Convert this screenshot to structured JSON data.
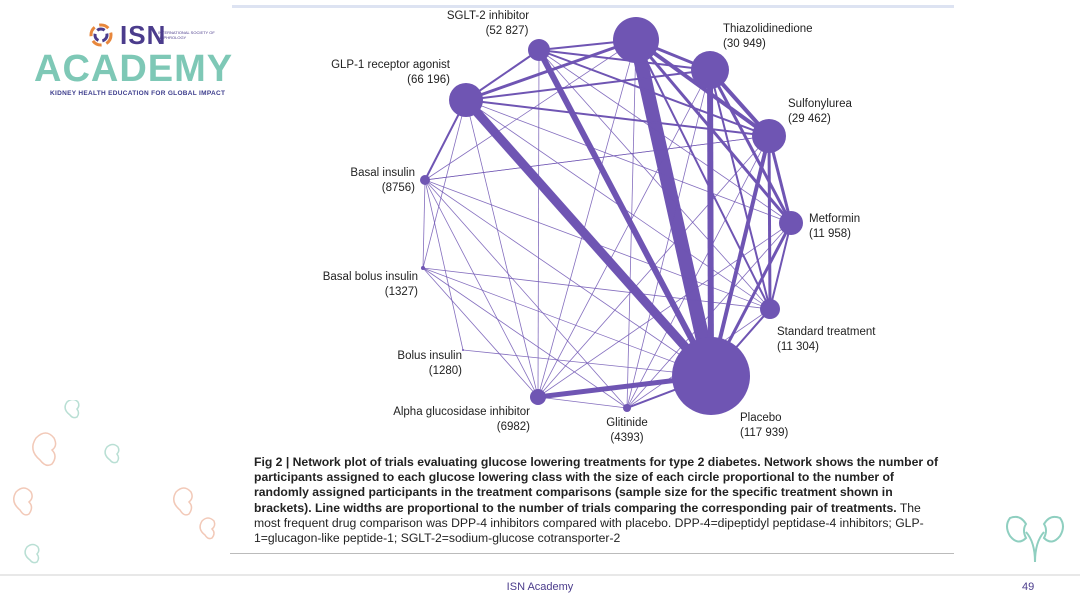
{
  "logo": {
    "brand": "ISN",
    "brand_sub": "INTERNATIONAL SOCIETY OF NEPHROLOGY",
    "academy": "ACADEMY",
    "tagline": "KIDNEY HEALTH EDUCATION FOR GLOBAL IMPACT"
  },
  "network": {
    "nodes": [
      {
        "id": "dpp4",
        "name": "",
        "size": ""
      },
      {
        "id": "sglt2",
        "name": "SGLT-2 inhibitor",
        "size": "(52 827)"
      },
      {
        "id": "tzd",
        "name": "Thiazolidinedione",
        "size": "(30 949)"
      },
      {
        "id": "glp1",
        "name": "GLP-1 receptor agonist",
        "size": "(66 196)"
      },
      {
        "id": "su",
        "name": "Sulfonylurea",
        "size": "(29 462)"
      },
      {
        "id": "basal",
        "name": "Basal insulin",
        "size": "(8756)"
      },
      {
        "id": "metformin",
        "name": "Metformin",
        "size": "(11 958)"
      },
      {
        "id": "basalbolus",
        "name": "Basal bolus insulin",
        "size": "(1327)"
      },
      {
        "id": "standard",
        "name": "Standard treatment",
        "size": "(11 304)"
      },
      {
        "id": "bolus",
        "name": "Bolus insulin",
        "size": "(1280)"
      },
      {
        "id": "agi",
        "name": "Alpha glucosidase inhibitor",
        "size": "(6982)"
      },
      {
        "id": "glitinide",
        "name": "Glitinide",
        "size": "(4393)"
      },
      {
        "id": "placebo",
        "name": "Placebo",
        "size": "(117 939)"
      }
    ]
  },
  "caption": {
    "fig_label": "Fig 2 | Network plot of trials evaluating glucose lowering treatments for type 2 diabetes. Network shows the number of participants assigned to each glucose lowering class with the size of each circle proportional to the number of randomly assigned participants in the treatment comparisons (sample size for the specific treatment shown in brackets). Line widths are proportional to the number of trials comparing the corresponding pair of treatments.",
    "body": "The most frequent drug comparison was DPP-4 inhibitors compared with placebo. DPP-4=dipeptidyl peptidase-4 inhibitors; GLP-1=glucagon-like peptide-1; SGLT-2=sodium-glucose cotransporter-2"
  },
  "footer": {
    "text": "ISN Academy",
    "page": "49"
  },
  "colors": {
    "node": "#6f55b3",
    "edge": "#6f55b3",
    "brand": "#4b3c8c",
    "academy": "#7ec8b6"
  }
}
